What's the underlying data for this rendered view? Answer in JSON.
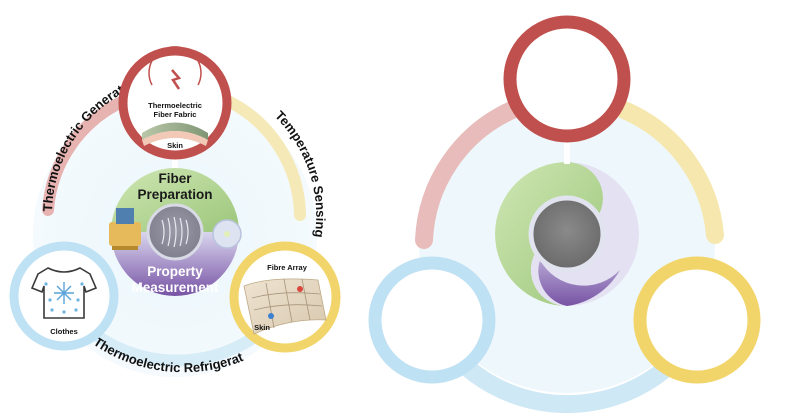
{
  "left_panel": {
    "arc_labels": {
      "generator": "Thermoelectric Generator",
      "sensing": "Temperature Sensing",
      "refrigeration": "Thermoelectric Refrigeration"
    },
    "hub": {
      "top_label_line1": "Fiber",
      "top_label_line2": "Preparation",
      "bottom_label_line1": "Property",
      "bottom_label_line2": "Measurement"
    },
    "top_node": {
      "label_line1": "Thermoelectric",
      "label_line2": "Fiber Fabric",
      "skin_label": "Skin"
    },
    "left_node": {
      "label": "Clothes"
    },
    "right_node": {
      "title": "Fibre Array",
      "skin_label": "Skin"
    }
  },
  "colors": {
    "red": "#c0504d",
    "red_soft": "#e8b5b3",
    "yellow": "#f2d56a",
    "yellow_soft": "#f7eab6",
    "blue": "#bfe1f4",
    "blue_soft": "#dff0f9",
    "green": "#a9cf8a",
    "purple": "#7b5aa6",
    "lavender": "#c9c3e2",
    "hub_gray": "#7a7a7a"
  }
}
